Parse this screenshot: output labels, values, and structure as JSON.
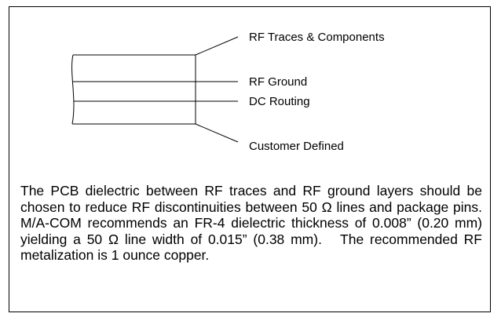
{
  "diagram": {
    "layers": [
      {
        "id": "rf-traces",
        "label": "RF Traces & Components"
      },
      {
        "id": "rf-ground",
        "label": "RF Ground"
      },
      {
        "id": "dc-routing",
        "label": "DC Routing"
      },
      {
        "id": "customer-defined",
        "label": "Customer Defined"
      }
    ]
  },
  "description": {
    "text": "The PCB dielectric between RF traces and RF ground layers should be chosen to reduce RF discontinuities between 50 Ω lines and package pins.  M/A-COM recommends an FR-4 dielectric thickness of 0.008” (0.20 mm) yielding a 50 Ω line width of 0.015” (0.38 mm).   The recommended RF metalization is 1 ounce copper."
  }
}
